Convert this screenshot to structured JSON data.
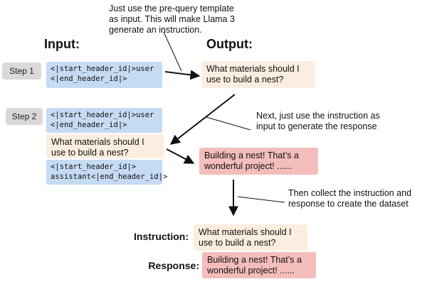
{
  "annotations": {
    "top": "Just use the pre-query template\nas input. This will make Llama 3\ngenerate an instruction.",
    "middle": "Next, just use the instruction as\ninput to generate the response",
    "bottom": "Then collect the instruction and\nresponse to create the dataset"
  },
  "headings": {
    "input": "Input:",
    "output": "Output:"
  },
  "step1": {
    "label": "Step 1",
    "input_code": "<|start_header_id|>user\n<|end_header_id|>",
    "output_text": "What materials should I\nuse to build a nest?"
  },
  "step2": {
    "label": "Step 2",
    "input_code_top": "<|start_header_id|>user\n<|end_header_id|>",
    "input_instruction": "What materials should I\nuse to build a nest?",
    "input_code_bottom": "<|start_header_id|>\nassistant<|end_header_id|>",
    "output_text": "Building a nest! That’s a\nwonderful project! ......"
  },
  "dataset": {
    "instruction_label": "Instruction:",
    "instruction_text": "What materials should I\nuse to build a nest?",
    "response_label": "Response:",
    "response_text": "Building a nest! That’s a\nwonderful project! ......"
  },
  "colors": {
    "code_bg": "#c5daf3",
    "instruction_bg": "#fbeee1",
    "response_bg": "#f3bdbb",
    "step_bg": "#d9d9d9"
  }
}
